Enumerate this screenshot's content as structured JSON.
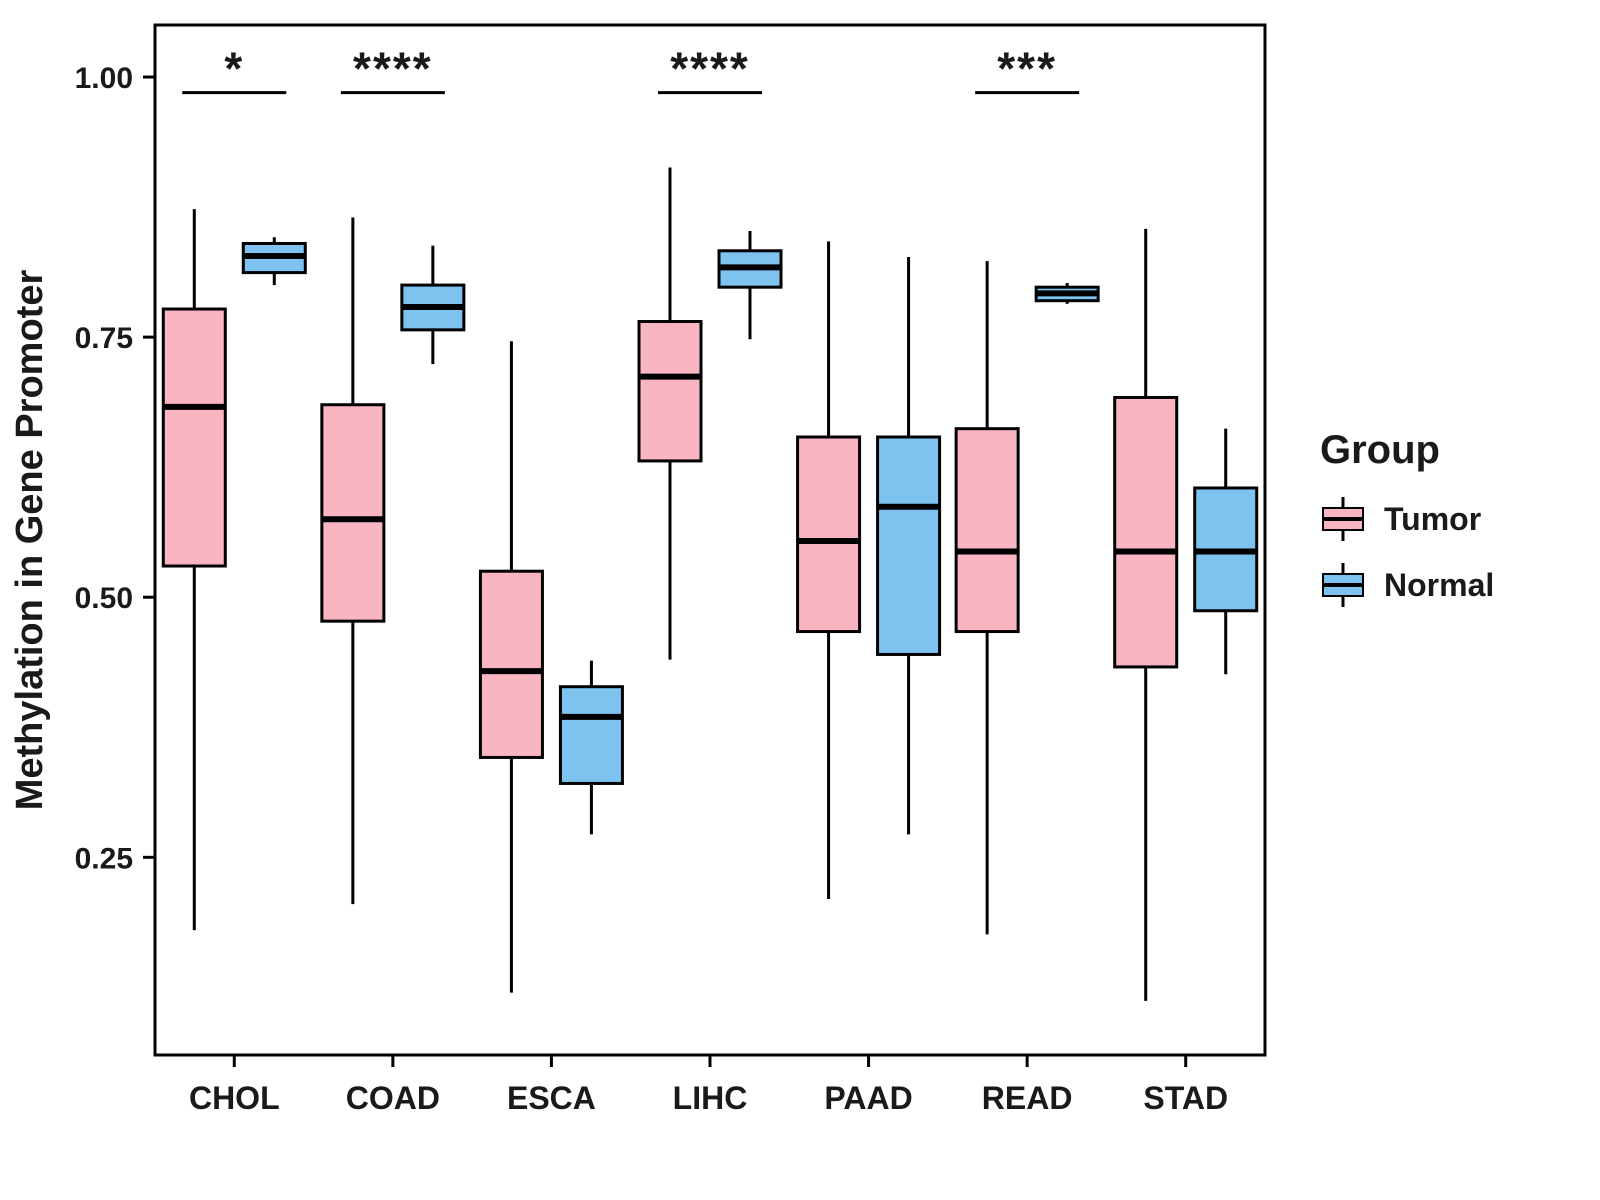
{
  "chart_data": {
    "type": "boxplot",
    "title": "",
    "xlabel": "",
    "ylabel": "Methylation in Gene Promoter",
    "ylim": [
      0.06,
      1.05
    ],
    "yticks": [
      0.25,
      0.5,
      0.75,
      1.0
    ],
    "ytick_labels": [
      "0.25",
      "0.50",
      "0.75",
      "1.00"
    ],
    "categories": [
      "CHOL",
      "COAD",
      "ESCA",
      "LIHC",
      "PAAD",
      "READ",
      "STAD"
    ],
    "grid": false,
    "legend_position": "right",
    "series": [
      {
        "name": "Tumor",
        "color": "#F9B5C2",
        "boxes": [
          {
            "min": 0.18,
            "q1": 0.53,
            "median": 0.683,
            "q3": 0.777,
            "max": 0.873
          },
          {
            "min": 0.205,
            "q1": 0.477,
            "median": 0.575,
            "q3": 0.685,
            "max": 0.865
          },
          {
            "min": 0.12,
            "q1": 0.346,
            "median": 0.429,
            "q3": 0.525,
            "max": 0.746
          },
          {
            "min": 0.44,
            "q1": 0.631,
            "median": 0.712,
            "q3": 0.765,
            "max": 0.913
          },
          {
            "min": 0.21,
            "q1": 0.467,
            "median": 0.554,
            "q3": 0.654,
            "max": 0.842
          },
          {
            "min": 0.176,
            "q1": 0.467,
            "median": 0.544,
            "q3": 0.662,
            "max": 0.823
          },
          {
            "min": 0.112,
            "q1": 0.433,
            "median": 0.544,
            "q3": 0.692,
            "max": 0.854
          }
        ]
      },
      {
        "name": "Normal",
        "color": "#7EC3F0",
        "boxes": [
          {
            "min": 0.8,
            "q1": 0.812,
            "median": 0.828,
            "q3": 0.84,
            "max": 0.846
          },
          {
            "min": 0.724,
            "q1": 0.757,
            "median": 0.779,
            "q3": 0.8,
            "max": 0.838
          },
          {
            "min": 0.272,
            "q1": 0.321,
            "median": 0.385,
            "q3": 0.414,
            "max": 0.439
          },
          {
            "min": 0.748,
            "q1": 0.798,
            "median": 0.817,
            "q3": 0.833,
            "max": 0.852
          },
          {
            "min": 0.272,
            "q1": 0.445,
            "median": 0.587,
            "q3": 0.654,
            "max": 0.827
          },
          {
            "min": 0.782,
            "q1": 0.785,
            "median": 0.792,
            "q3": 0.798,
            "max": 0.802
          },
          {
            "min": 0.426,
            "q1": 0.487,
            "median": 0.544,
            "q3": 0.605,
            "max": 0.662
          }
        ]
      }
    ],
    "annotations": [
      {
        "category": "CHOL",
        "label": "*",
        "y": 0.985
      },
      {
        "category": "COAD",
        "label": "****",
        "y": 0.985
      },
      {
        "category": "LIHC",
        "label": "****",
        "y": 0.985
      },
      {
        "category": "READ",
        "label": "***",
        "y": 0.985
      }
    ],
    "legend": {
      "title": "Group",
      "items": [
        "Tumor",
        "Normal"
      ]
    }
  }
}
